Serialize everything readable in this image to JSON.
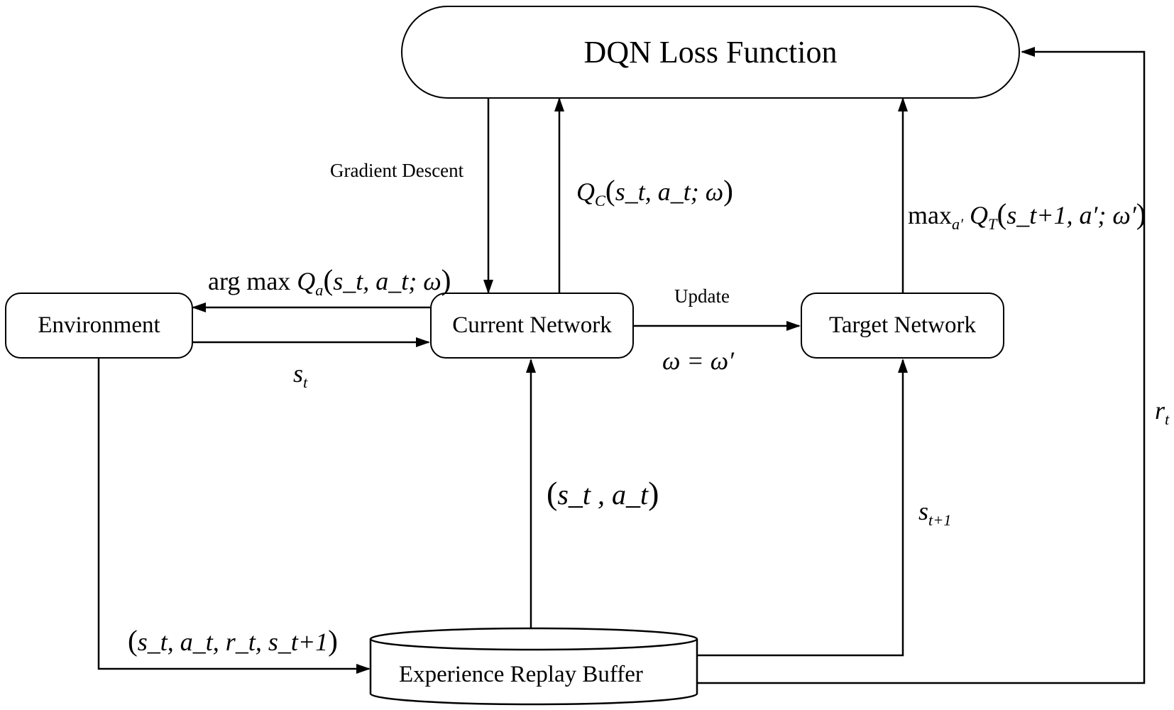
{
  "nodes": {
    "loss": "DQN Loss Function",
    "environment": "Environment",
    "current": "Current Network",
    "target": "Target Network",
    "buffer": "Experience Replay Buffer"
  },
  "edges": {
    "gradient_descent": "Gradient Descent",
    "update": "Update",
    "action_argmax": "arg max",
    "action_q": "Q",
    "action_q_sub": "a",
    "action_args": "s_t, a_t; ω",
    "state_s": "s",
    "state_sub": "t",
    "qc_q": "Q",
    "qc_sub": "C",
    "qc_args": "s_t, a_t; ω",
    "qt_max": "max",
    "qt_max_sub": "a′",
    "qt_q": "Q",
    "qt_q_sub": "T",
    "qt_args": "s_t+1, a′; ω′",
    "omega_eq": "ω = ω′",
    "sa_pair": "s_t , a_t",
    "next_state_s": "s",
    "next_state_sub": "t+1",
    "reward_r": "r",
    "reward_sub": "t",
    "transition": "s_t, a_t, r_t, s_t+1"
  }
}
